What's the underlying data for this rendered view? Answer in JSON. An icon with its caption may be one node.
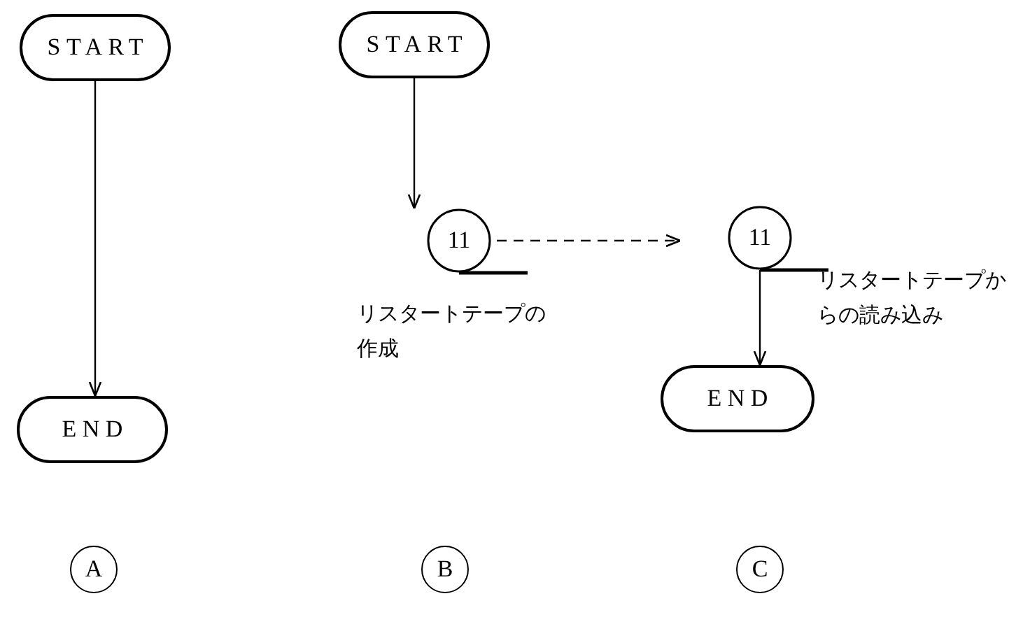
{
  "diagram": {
    "nodes": [
      {
        "text": [
          "START"
        ]
      },
      {
        "text": [
          "END"
        ]
      },
      {
        "text": [
          "START"
        ]
      },
      {
        "text": [
          "11"
        ],
        "beside": [
          "リスタートテープの作成"
        ]
      },
      {
        "text": [
          "11"
        ],
        "beside": [
          "リスタートテープからの読み込み"
        ]
      },
      {
        "text": [
          "END"
        ]
      },
      {
        "text": [
          "A"
        ]
      },
      {
        "text": [
          "B"
        ]
      },
      {
        "text": [
          "C"
        ]
      }
    ],
    "edges": [
      {
        "from": 0,
        "to": 1,
        "arrow": "to"
      },
      {
        "from": 2,
        "to": 3,
        "arrow": "to"
      },
      {
        "from": 3,
        "to": 4,
        "arrow": "to",
        "style": "dashed"
      },
      {
        "from": 4,
        "to": 5,
        "arrow": "to"
      }
    ]
  }
}
